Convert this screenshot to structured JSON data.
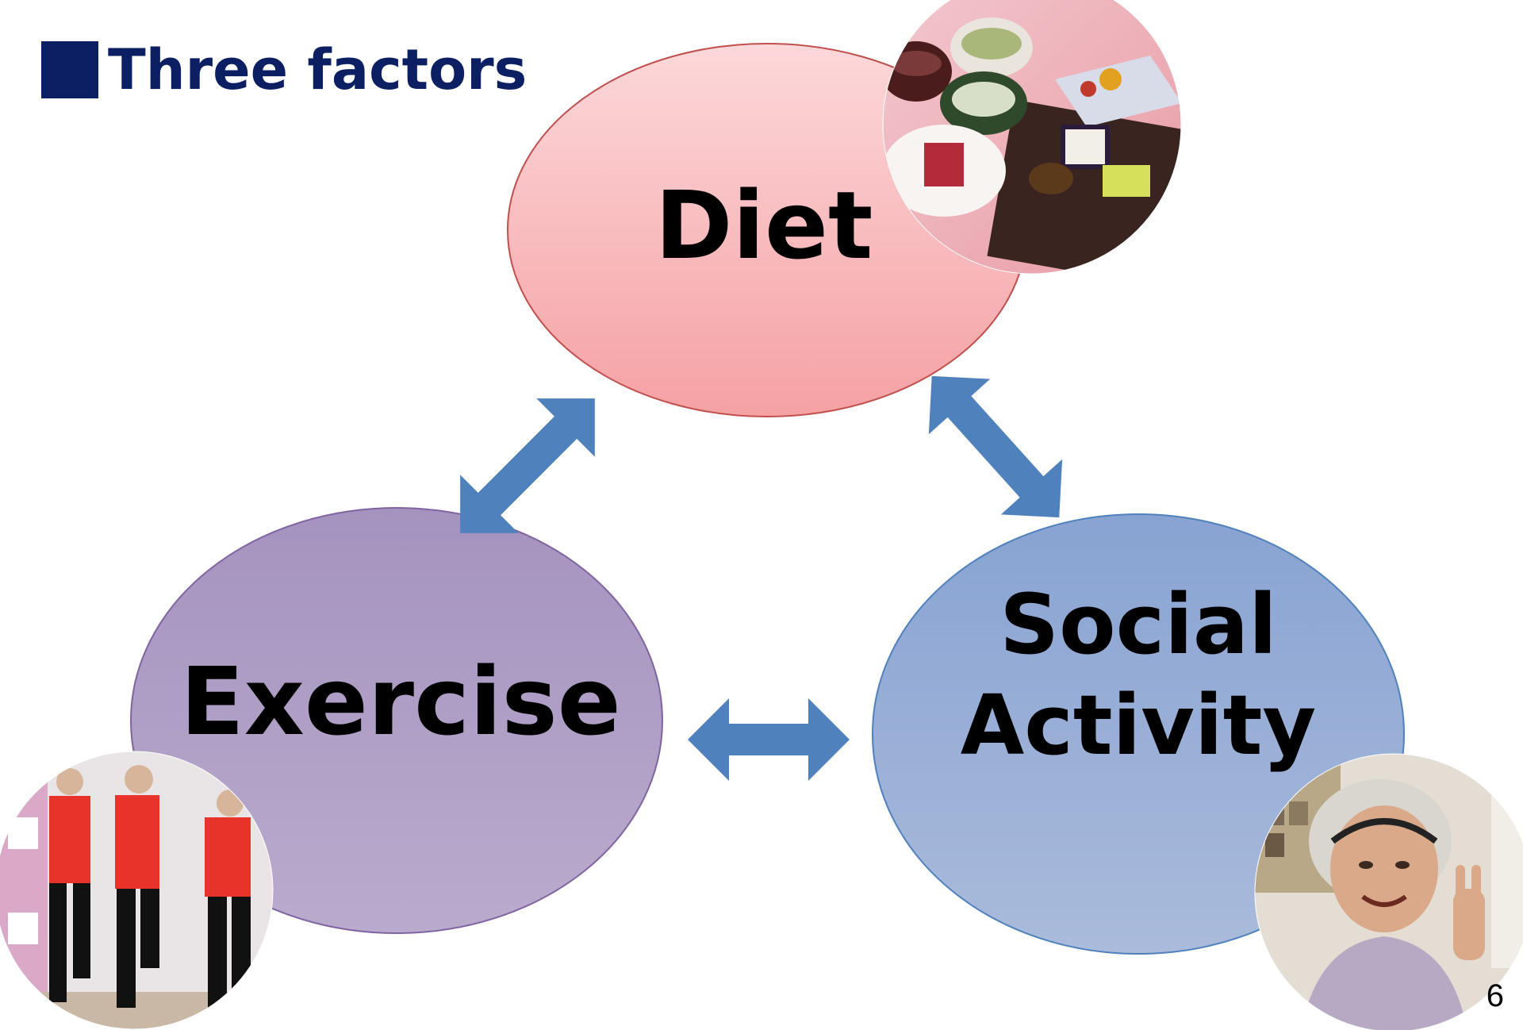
{
  "title": "Three factors",
  "nodes": {
    "diet": {
      "label": "Diet",
      "color_top": "#fcd6d8",
      "color_bottom": "#f6a3a6",
      "border": "#c0504d"
    },
    "exercise": {
      "label": "Exercise",
      "color_top": "#a696bf",
      "color_bottom": "#b8a9cc",
      "border": "#8064a2"
    },
    "social": {
      "label_line1": "Social",
      "label_line2": "Activity",
      "color_top": "#8ca6d4",
      "color_bottom": "#a7b8d9",
      "border": "#4f81bd"
    }
  },
  "arrow_color": "#4f81bd",
  "photos": {
    "food": "photo-food-dishes",
    "exercise": "photo-exercise-group",
    "elder": "photo-elderly-woman"
  },
  "page_number": "6"
}
